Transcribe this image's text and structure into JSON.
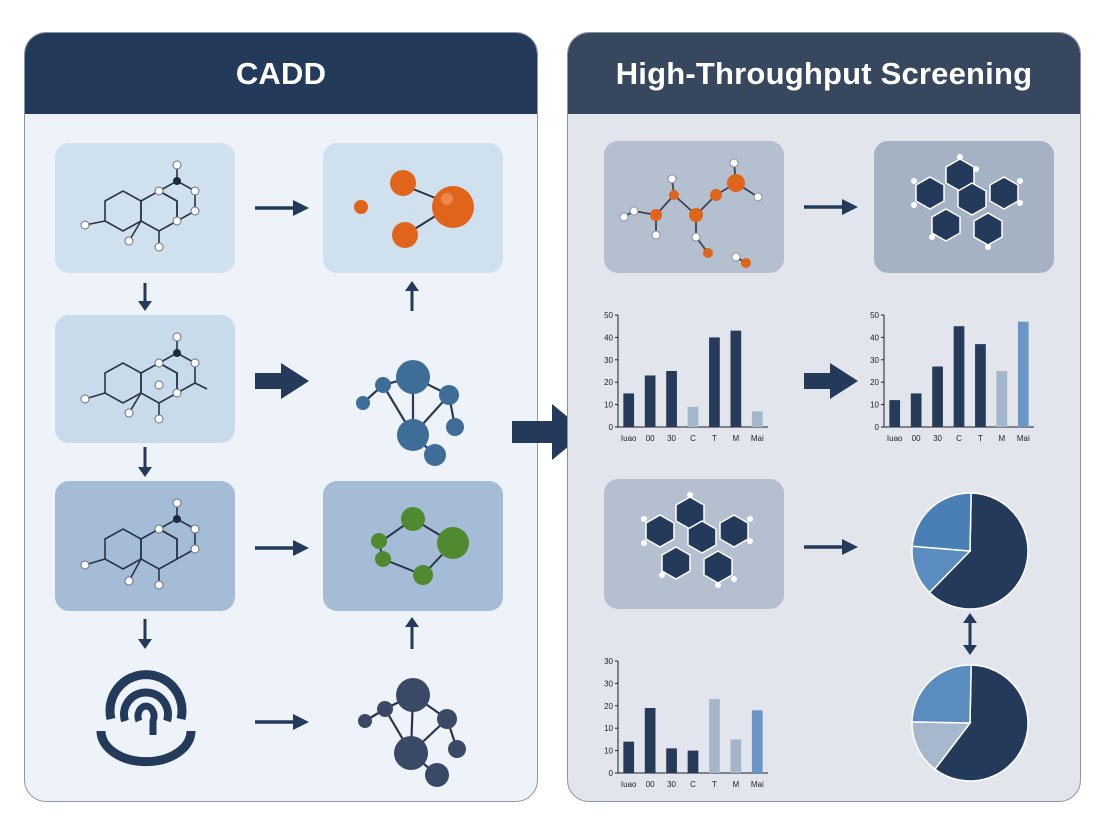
{
  "panels": {
    "cadd": {
      "title": "CADD"
    },
    "hts": {
      "title": "High-Throughput Screening"
    }
  },
  "colors": {
    "navy": "#243a5a",
    "slate_header": "#36475e",
    "orange_atom": "#e0641a",
    "blue_atom": "#3e6d98",
    "green_atom": "#4f8a2e",
    "dark_atom": "#3a4a66",
    "bar_dark": "#263a5a",
    "bar_light": "#a3b6cc",
    "bar_blue": "#6a96c6"
  },
  "chart_data": [
    {
      "type": "bar",
      "yticks": [
        "50",
        "40",
        "30",
        "20",
        "10",
        "0"
      ],
      "ylim": [
        0,
        50
      ],
      "categories": [
        "Iuao",
        "00",
        "30",
        "C",
        "T",
        "M",
        "Mai"
      ],
      "values": [
        15,
        23,
        25,
        9,
        40,
        43,
        7
      ],
      "bar_colors": [
        "dark",
        "dark",
        "dark",
        "light",
        "dark",
        "dark",
        "light"
      ]
    },
    {
      "type": "bar",
      "yticks": [
        "50",
        "40",
        "30",
        "20",
        "10",
        "0"
      ],
      "ylim": [
        0,
        50
      ],
      "categories": [
        "Iuao",
        "00",
        "30",
        "C",
        "T",
        "M",
        "Mai"
      ],
      "values": [
        12,
        15,
        27,
        45,
        37,
        25,
        47
      ],
      "bar_colors": [
        "dark",
        "dark",
        "dark",
        "dark",
        "dark",
        "light",
        "blue"
      ]
    },
    {
      "type": "bar",
      "yticks": [
        "30",
        "30",
        "20",
        "10",
        "10",
        "0"
      ],
      "ylim": [
        0,
        50
      ],
      "categories": [
        "Iuao",
        "00",
        "30",
        "C",
        "T",
        "M",
        "Mai"
      ],
      "values": [
        14,
        29,
        11,
        10,
        33,
        15,
        28
      ],
      "bar_colors": [
        "dark",
        "dark",
        "dark",
        "dark",
        "light",
        "light",
        "blue"
      ]
    },
    {
      "type": "pie",
      "values": [
        62,
        14,
        24
      ],
      "slice_colors": [
        "#243a5a",
        "#5b8cc0",
        "#4a7fb5"
      ]
    },
    {
      "type": "pie",
      "values": [
        60,
        15,
        25
      ],
      "slice_colors": [
        "#243a5a",
        "#a8b8cc",
        "#5b8cc0"
      ]
    }
  ]
}
